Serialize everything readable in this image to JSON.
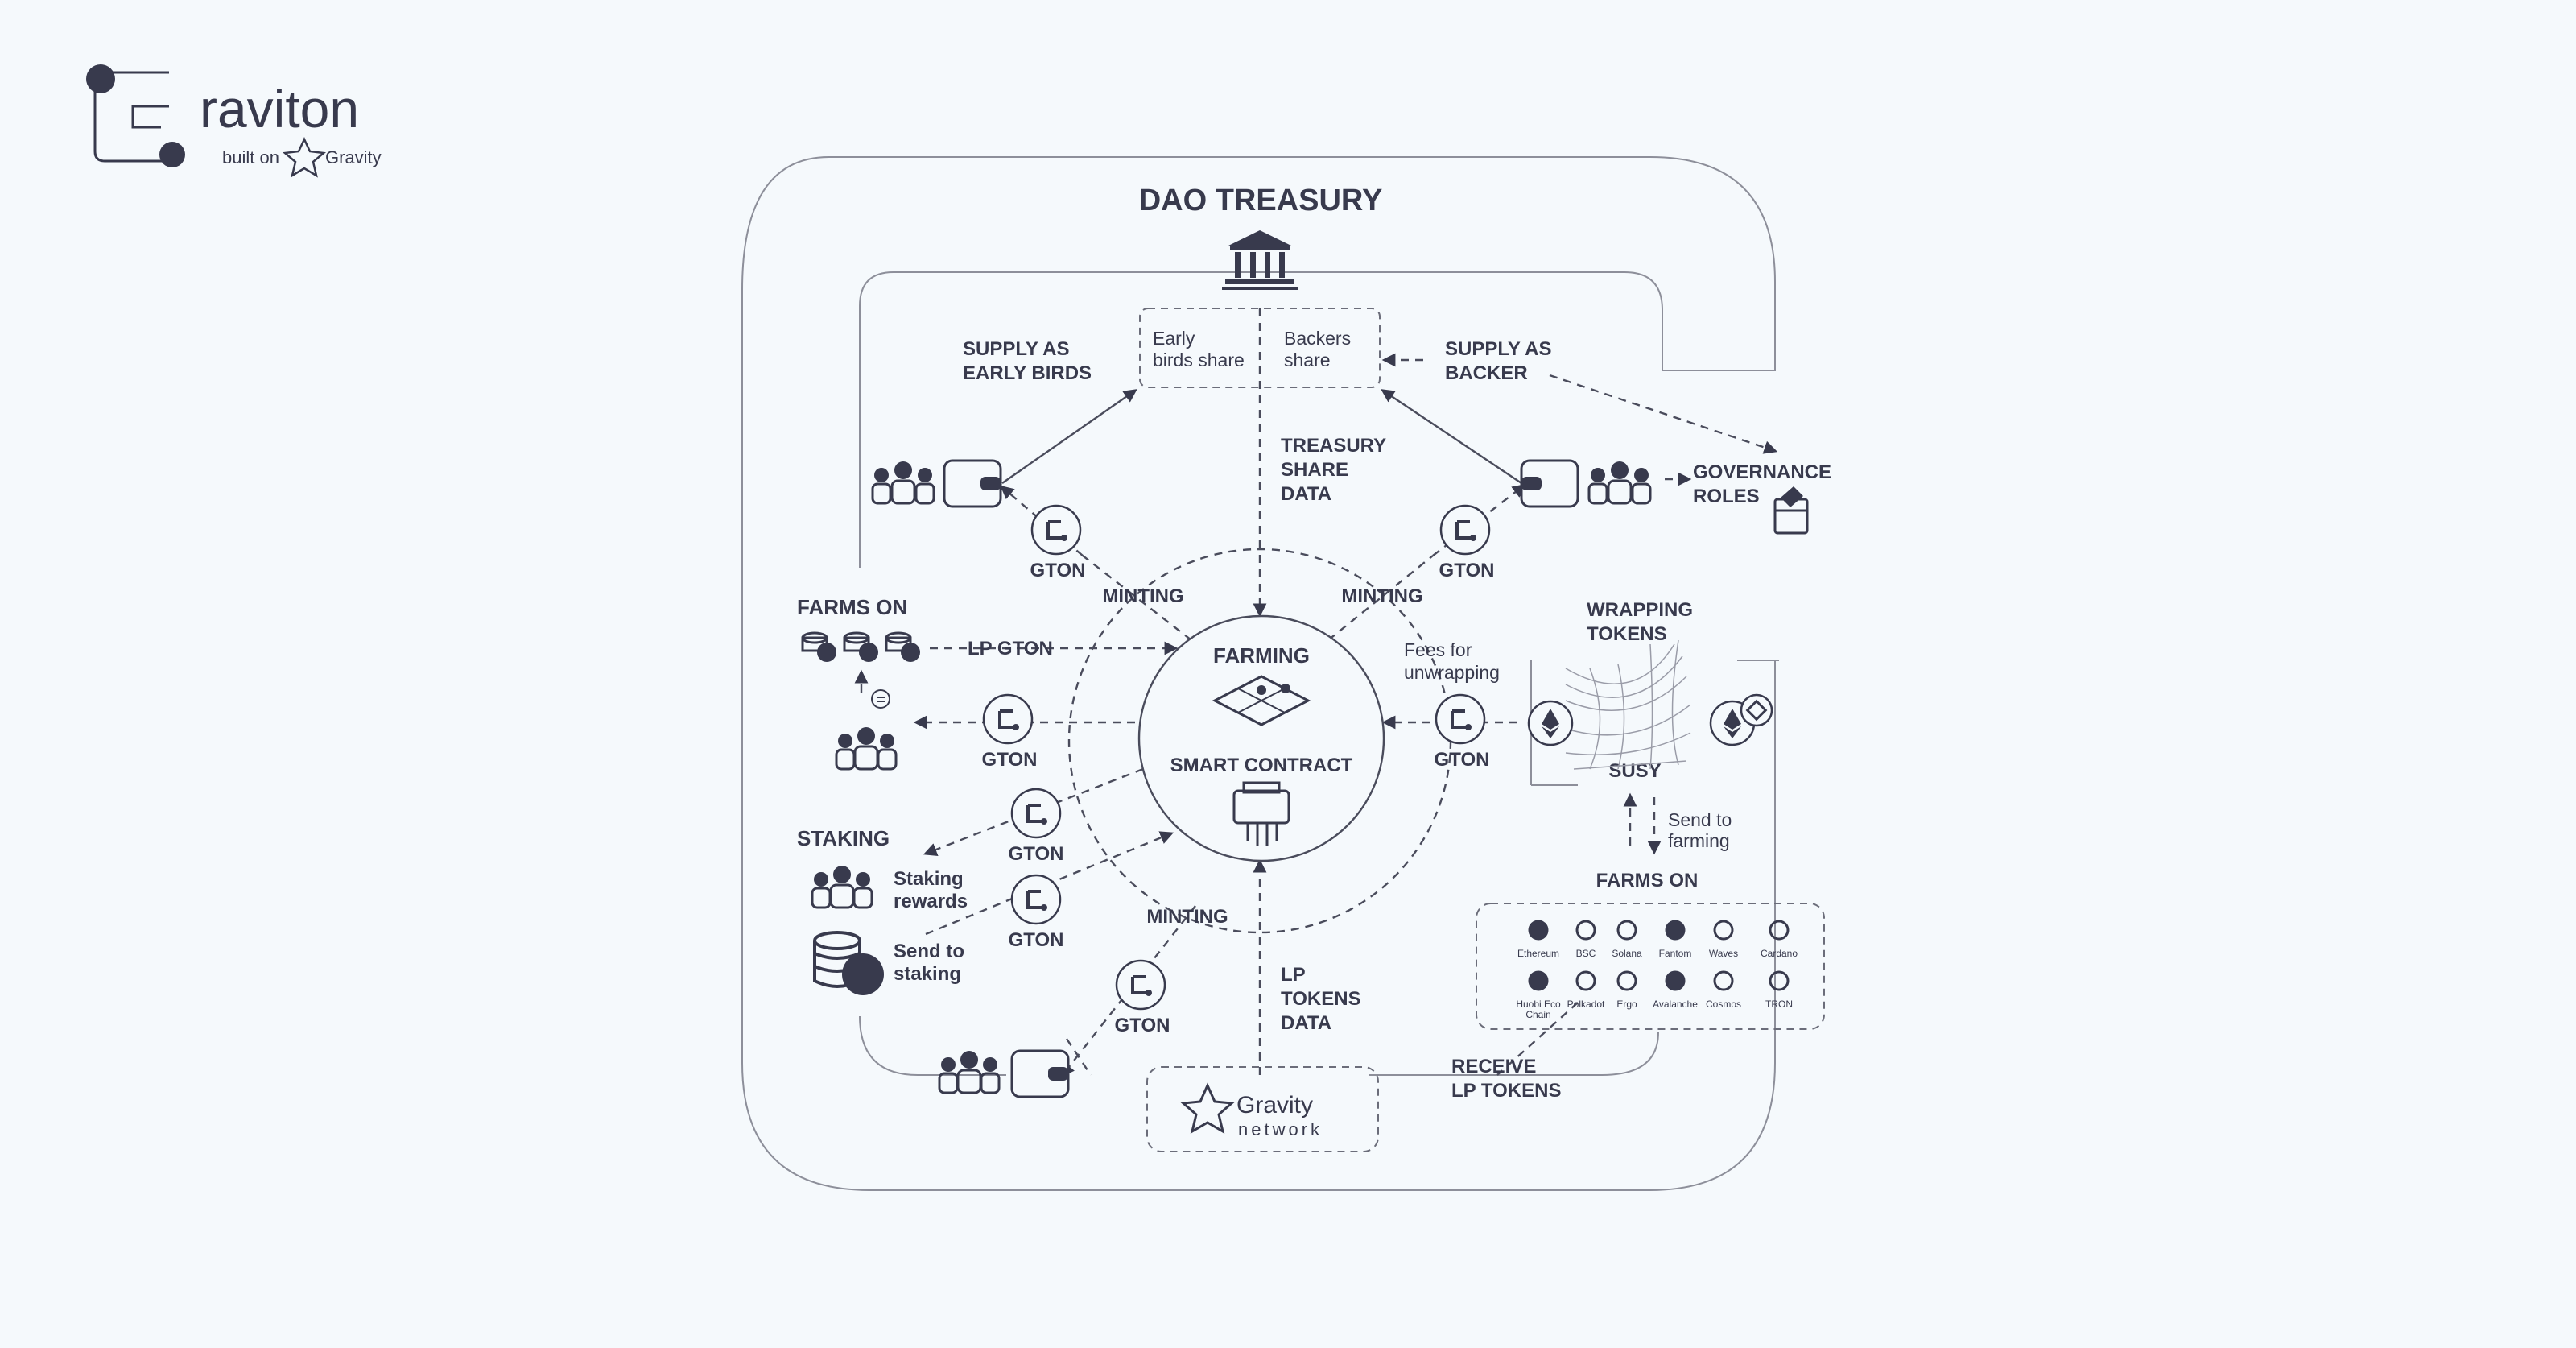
{
  "brand": {
    "name": "raviton",
    "tagline": "built on",
    "tagline_brand": "Gravity"
  },
  "title": "DAO TREASURY",
  "treasury_shares": {
    "early": [
      "Early",
      "birds share"
    ],
    "backers": [
      "Backers",
      "share"
    ]
  },
  "labels": {
    "supply_early": [
      "SUPPLY AS",
      "EARLY BIRDS"
    ],
    "supply_backer": [
      "SUPPLY AS",
      "BACKER"
    ],
    "treasury_data": [
      "TREASURY",
      "SHARE",
      "DATA"
    ],
    "governance": [
      "GOVERNANCE",
      "ROLES"
    ],
    "farms_on_left": "FARMS ON",
    "lp_gton": "LP GTON",
    "staking": "STAKING",
    "staking_rewards": [
      "Staking",
      "rewards"
    ],
    "send_to_staking": [
      "Send to",
      "staking"
    ],
    "wrapping": [
      "WRAPPING",
      "TOKENS"
    ],
    "fees": [
      "Fees for",
      "unwrapping"
    ],
    "susy": "SUSY",
    "send_farming": [
      "Send to",
      "farming"
    ],
    "farms_on_right": "FARMS ON",
    "lp_tokens_data": [
      "LP",
      "TOKENS",
      "DATA"
    ],
    "receive_lp": [
      "RECEIVE",
      "LP TOKENS"
    ],
    "minting": "MINTING",
    "gton": "GTON",
    "farming": "FARMING",
    "smart_contract": "SMART CONTRACT",
    "gravity_network": [
      "Gravity",
      "network"
    ]
  },
  "chains": [
    {
      "name": "Ethereum",
      "icon": "ethereum-icon"
    },
    {
      "name": "BSC",
      "icon": "bsc-icon"
    },
    {
      "name": "Solana",
      "icon": "solana-icon"
    },
    {
      "name": "Fantom",
      "icon": "fantom-icon"
    },
    {
      "name": "Waves",
      "icon": "waves-icon"
    },
    {
      "name": "Cardano",
      "icon": "cardano-icon"
    },
    {
      "name": "Huobi Eco Chain",
      "icon": "huobi-icon"
    },
    {
      "name": "Polkadot",
      "icon": "polkadot-icon"
    },
    {
      "name": "Ergo",
      "icon": "ergo-icon"
    },
    {
      "name": "Avalanche",
      "icon": "avalanche-icon"
    },
    {
      "name": "Cosmos",
      "icon": "cosmos-icon"
    },
    {
      "name": "TRON",
      "icon": "tron-icon"
    }
  ],
  "colors": {
    "ink": "#383a4d",
    "background": "#f5f9fc",
    "frame": "#8d8f9a"
  }
}
